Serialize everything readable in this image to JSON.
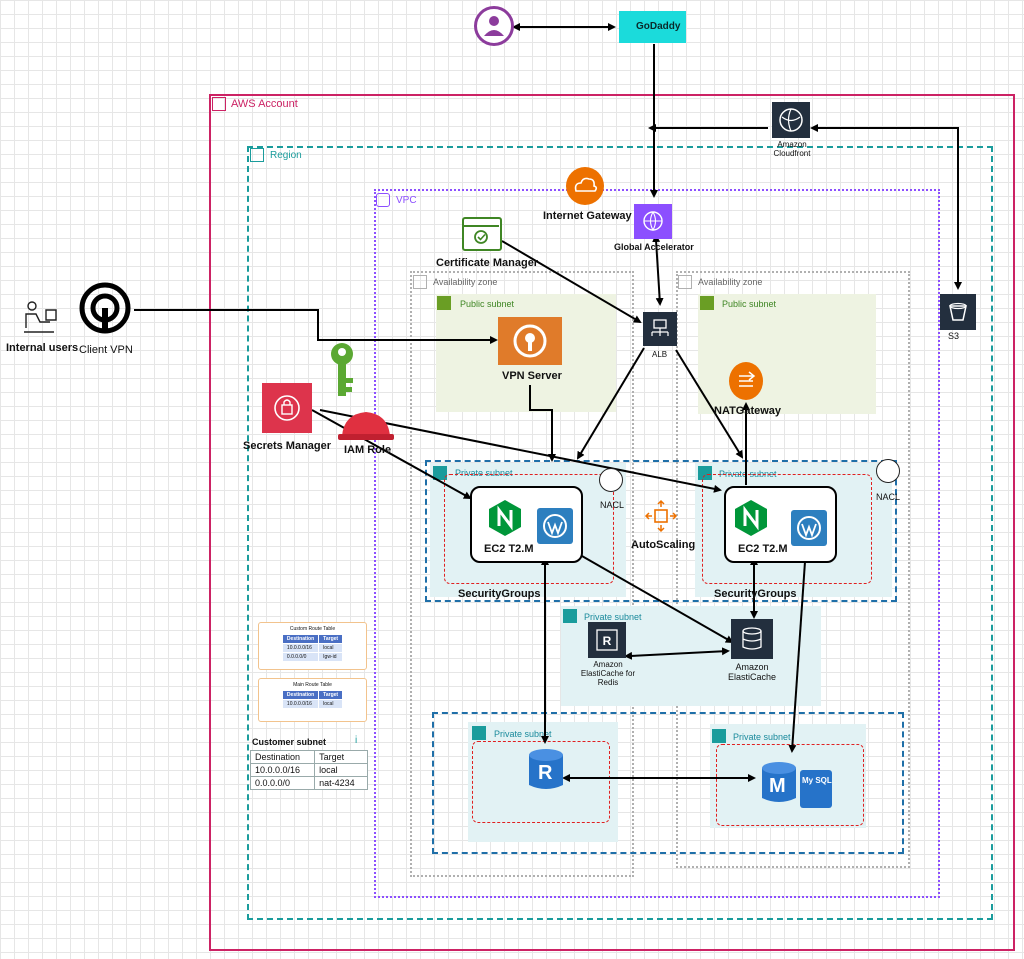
{
  "labels": {
    "aws_account": "AWS Account",
    "region": "Region",
    "vpc": "VPC",
    "az_left": "Availability zone",
    "az_right": "Availability zone",
    "public_subnet_left": "Public subnet",
    "public_subnet_right": "Public subnet",
    "private_subnet_app_left": "Private subnet",
    "private_subnet_app_right": "Private subnet",
    "private_subnet_cache": "Private subnet",
    "private_subnet_db_left": "Private subnet",
    "private_subnet_db_right": "Private subnet",
    "internet_gateway": "Internet Gateway",
    "global_accelerator": "Global Accelerator",
    "certificate_manager": "Certificate Manager",
    "alb": "ALB",
    "vpn_server": "VPN Server",
    "nat_gateway": "NATGateway",
    "internal_users": "Internal users",
    "client_vpn": "Client VPN",
    "secrets_manager": "Secrets Manager",
    "iam_role": "IAM Role",
    "nacl_left": "NACL",
    "nacl_right": "NACL",
    "ec2_left": "EC2 T2.M",
    "ec2_right": "EC2 T2.M",
    "security_groups_left": "SecurityGroups",
    "security_groups_right": "SecurityGroups",
    "autoscaling": "AutoScaling",
    "elasticache_redis": "Amazon ElastiCache for Redis",
    "elasticache": "Amazon ElastiCache",
    "cloudfront": "Amazon Cloudfront",
    "s3": "S3",
    "godaddy": "GoDaddy",
    "mysql": "My SQL",
    "redis_letter": "R",
    "mysql_letter": "M"
  },
  "custom_route_table": {
    "title": "Custom Route Table",
    "headers": [
      "Destination",
      "Target"
    ],
    "rows": [
      [
        "10.0.0.0/16",
        "local"
      ],
      [
        "0.0.0.0/0",
        "Igw-id"
      ]
    ]
  },
  "main_route_table": {
    "title": "Main Route Table",
    "headers": [
      "Destination",
      "Target"
    ],
    "rows": [
      [
        "10.0.0.0/16",
        "local"
      ]
    ]
  },
  "customer_subnet": {
    "title": "Customer subnet",
    "headers": [
      "Destination",
      "Target"
    ],
    "rows": [
      [
        "10.0.0.0/16",
        "local"
      ],
      [
        "0.0.0.0/0",
        "nat-4234"
      ]
    ]
  },
  "colors": {
    "aws_account": "#cc2264",
    "region": "#1a9c9c",
    "vpc": "#8c4fff",
    "public_subnet": "#eef3e2",
    "private_subnet": "#e2f2f4",
    "security_group": "#e02020",
    "az": "#b0b0b0",
    "nat": "#ed7100",
    "secrets": "#dd344c",
    "cert": "#3f8624",
    "godaddy": "#1bdbdb"
  }
}
